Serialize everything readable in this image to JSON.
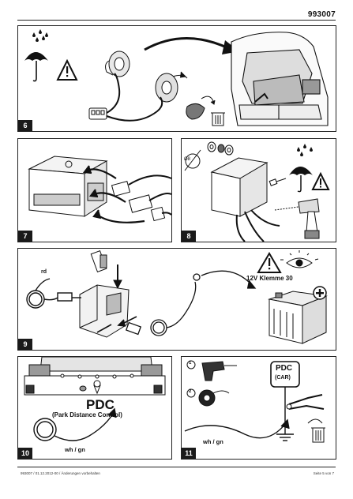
{
  "document": {
    "number": "993007",
    "footer_left": "993007 / 01.12.2012-00 / Änderungen vorbehalten",
    "footer_right": "Seite 5 von 7"
  },
  "steps": [
    {
      "number": "6"
    },
    {
      "number": "7"
    },
    {
      "number": "8",
      "label_hole": "Ø8"
    },
    {
      "number": "9",
      "wire_label": "rd",
      "warning_label": "12V Klemme 30"
    },
    {
      "number": "10",
      "title": "PDC",
      "subtitle": "(Park Distance Control)",
      "wire_label": "wh / gn"
    },
    {
      "number": "11",
      "sub1": "1",
      "sub2": "2",
      "wire_label": "wh / gn",
      "box_line1": "PDC",
      "box_line2": "(CAR)"
    }
  ],
  "icons": [
    "umbrella-rain-icon",
    "warning-triangle-icon",
    "trash-bin-icon",
    "eye-icon",
    "plus-icon",
    "drill-icon",
    "wire-stripper-icon",
    "ground-symbol-icon"
  ]
}
